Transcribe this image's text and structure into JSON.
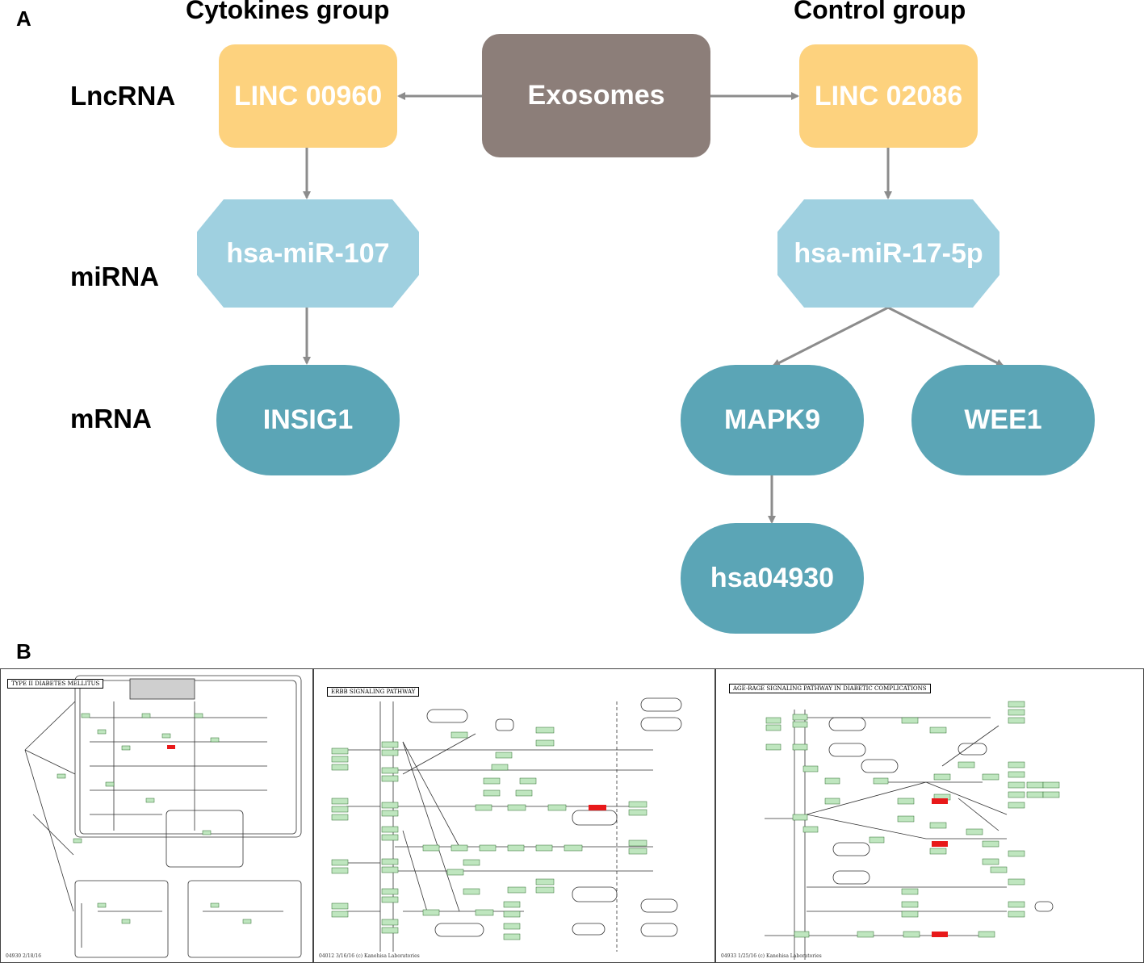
{
  "panel_a": {
    "letter": "A",
    "groups": {
      "left": "Cytokines group",
      "right": "Control group"
    },
    "row_labels": {
      "lncrna": "LncRNA",
      "mirna": "miRNA",
      "mrna": "mRNA"
    },
    "nodes": {
      "exosomes": "Exosomes",
      "lnc_left": "LINC 00960",
      "lnc_right": "LINC 02086",
      "mir_left": "hsa-miR-107",
      "mir_right": "hsa-miR-17-5p",
      "mrna_insig1": "INSIG1",
      "mrna_mapk9": "MAPK9",
      "mrna_wee1": "WEE1",
      "pathway": "hsa04930"
    },
    "colors": {
      "lncrna": "#fdd27e",
      "exosomes": "#8c7e79",
      "mirna": "#9fd0e0",
      "mrna": "#5ba5b6",
      "arrow": "#8c8c8c"
    }
  },
  "panel_b": {
    "letter": "B",
    "maps": [
      {
        "title": "TYPE II DIABETES MELLITUS",
        "footer": "04930 2/18/16"
      },
      {
        "title": "ERBB SIGNALING PATHWAY",
        "footer": "04012 3/16/16 (c) Kanehisa Laboratories"
      },
      {
        "title": "AGE-RAGE SIGNALING PATHWAY IN DIABETIC COMPLICATIONS",
        "footer": "04933 1/25/16 (c) Kanehisa Laboratories"
      }
    ],
    "colors": {
      "gene_box": "#bfe6bf",
      "highlight": "#e8191a"
    }
  }
}
